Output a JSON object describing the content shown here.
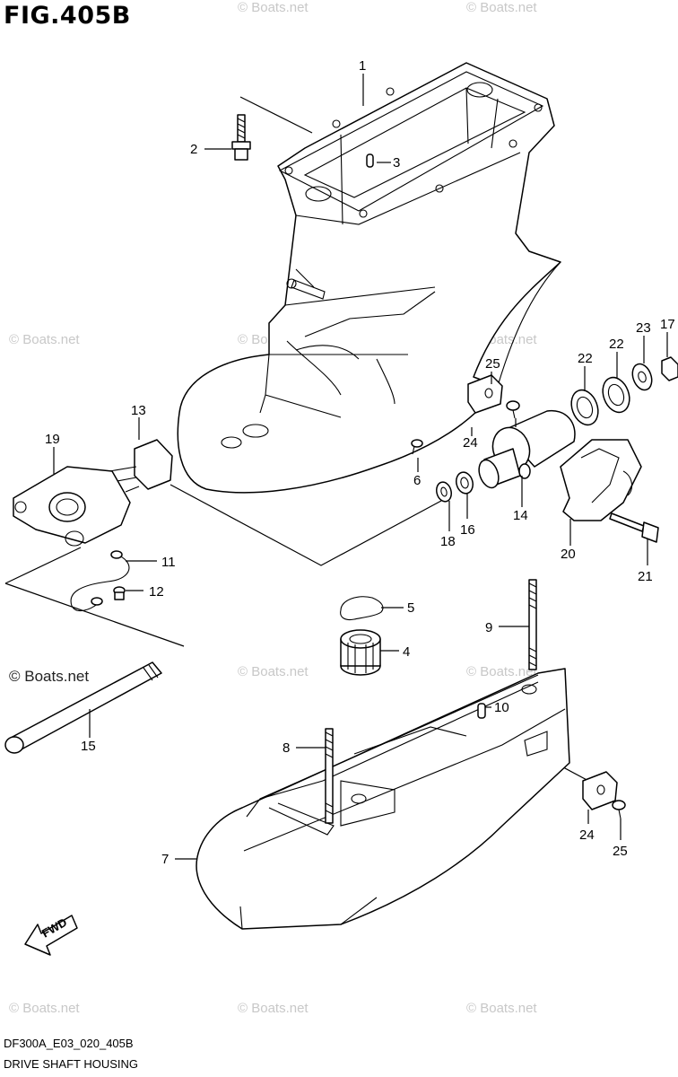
{
  "figure": {
    "title": "FIG.405B",
    "code": "DF300A_E03_020_405B",
    "caption": "DRIVE SHAFT HOUSING"
  },
  "watermark": {
    "text": "© Boats.net"
  },
  "fwd_label": "FWD",
  "callouts": [
    "1",
    "2",
    "3",
    "4",
    "5",
    "6",
    "7",
    "8",
    "9",
    "10",
    "11",
    "12",
    "13",
    "14",
    "15",
    "16",
    "17",
    "18",
    "19",
    "20",
    "21",
    "22",
    "22",
    "23",
    "24",
    "24",
    "25",
    "25"
  ]
}
